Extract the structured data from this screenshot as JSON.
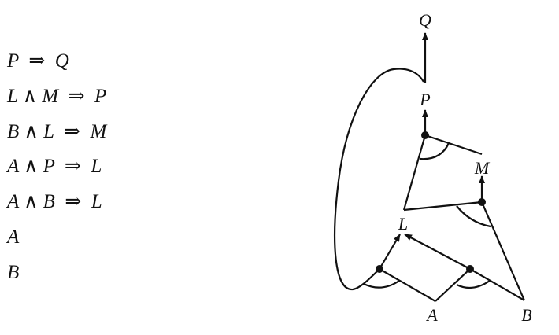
{
  "rules": [
    "P  ⇒  Q",
    "L ∧ M  ⇒  P",
    "B ∧ L  ⇒  M",
    "A ∧ P  ⇒  L",
    "A ∧ B  ⇒  L",
    "A",
    "B"
  ],
  "nodes": {
    "q": "Q",
    "p": "P",
    "m": "M",
    "l": "L",
    "a": "A",
    "b": "B"
  },
  "colors": {
    "line": "#111111"
  }
}
